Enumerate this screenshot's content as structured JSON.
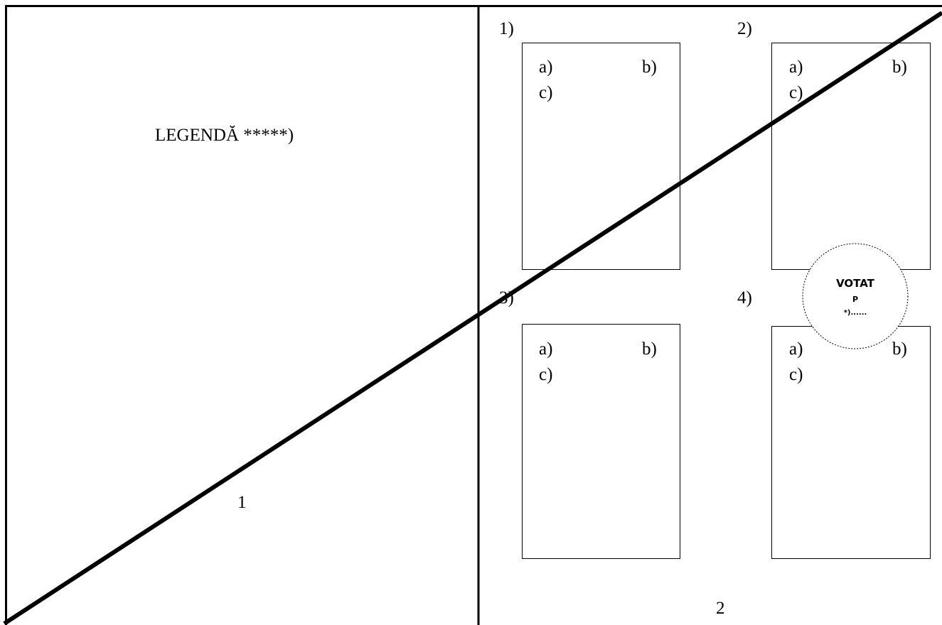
{
  "page": {
    "left_panel": {
      "legend_label": "LEGENDĂ *****)",
      "panel_number": "1"
    },
    "right_panel": {
      "panel_number": "2",
      "cells": [
        {
          "number": "1)",
          "a": "a)",
          "b": "b)",
          "c": "c)"
        },
        {
          "number": "2)",
          "a": "a)",
          "b": "b)",
          "c": "c)"
        },
        {
          "number": "3)",
          "a": "a)",
          "b": "b)",
          "c": "c)"
        },
        {
          "number": "4)",
          "a": "a)",
          "b": "b)",
          "c": "c)"
        }
      ]
    },
    "stamp": {
      "title": "VOTAT",
      "letter": "P",
      "note": "*)......"
    }
  }
}
